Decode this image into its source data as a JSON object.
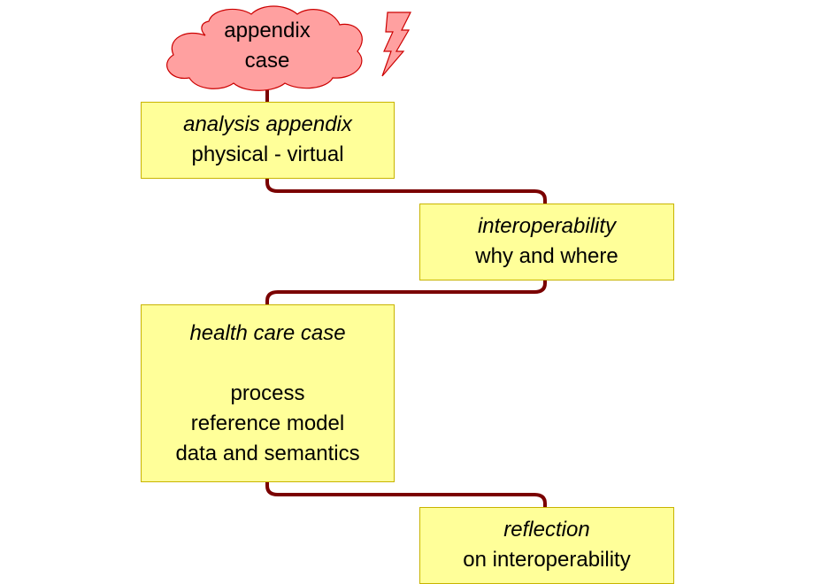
{
  "cloud": {
    "line1": "appendix",
    "line2": "case",
    "fill": "#ffa0a0",
    "stroke": "#cc0000"
  },
  "boxes": {
    "analysis": {
      "title": "analysis appendix",
      "line1": "physical - virtual"
    },
    "interop": {
      "title": "interoperability",
      "line1": "why and where"
    },
    "health": {
      "title": "health care case",
      "line1": "process",
      "line2": "reference model",
      "line3": "data and semantics"
    },
    "reflection": {
      "title": "reflection",
      "line1": "on interoperability"
    }
  },
  "colors": {
    "box_fill": "#ffff99",
    "box_border": "#c8b400",
    "connector": "#7a0000",
    "lightning_fill": "#ffa0a0",
    "lightning_stroke": "#cc0000"
  },
  "icons": {
    "cloud": "cloud-shape",
    "lightning": "lightning-bolt-icon"
  }
}
